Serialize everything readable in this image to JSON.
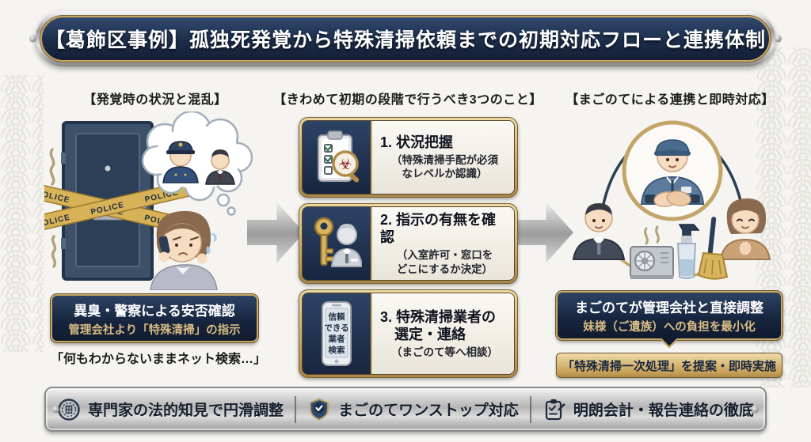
{
  "title": "【葛飾区事例】孤独死発覚から特殊清掃依頼までの初期対応フローと連携体制",
  "columns": {
    "left": {
      "heading": "【発覚時の状況と混乱】",
      "illustration": "sealed-door-police-tape-worried-woman-calling",
      "tape_label": "POLICE",
      "box_line1": "異臭・警察による安否確認",
      "box_line2": "管理会社より「特殊清掃」の指示",
      "quote": "「何もわからないままネット検索…」"
    },
    "middle": {
      "heading": "【きわめて初期の段階で行うべき3つのこと】",
      "steps": [
        {
          "icon": "clipboard-biohazard-magnifier-icon",
          "title": "1. 状況把握",
          "sub": "（特殊清掃手配が必須\nなレベルか認識）"
        },
        {
          "icon": "key-and-manager-icon",
          "title": "2. 指示の有無を確認",
          "sub": "（入室許可・窓口を\nどこにするか決定）"
        },
        {
          "icon": "smartphone-vendor-search-icon",
          "title": "3. 特殊清掃業者の\n　選定・連絡",
          "sub": "（まごのて等へ相談）"
        }
      ],
      "phone_lines": [
        "信頼",
        "できる",
        "業者",
        "検索"
      ]
    },
    "right": {
      "heading": "【まごのてによる連携と即時対応】",
      "illustration": "cleaning-staff-handshake-coordination",
      "box_line1": "まごのてが管理会社と直接調整",
      "box_line2": "妹様（ご遺族）への負担を最小化",
      "gold_box": "「特殊清掃一次処理」を提案・即時実施"
    }
  },
  "footer": {
    "items": [
      {
        "icon": "official-seal-icon",
        "label": "専門家の法的知見で円滑調整"
      },
      {
        "icon": "shield-check-icon",
        "label": "まごのてワンストップ対応"
      },
      {
        "icon": "clipboard-check-icon",
        "label": "明朗会計・報告連絡の徹底"
      }
    ]
  },
  "colors": {
    "navy": "#1c2d4a",
    "gold": "#c9a863",
    "gold_light": "#eedca6",
    "silver": "#c9c9c9",
    "background": "#f5f4f0",
    "tape_yellow": "#d7b257"
  }
}
